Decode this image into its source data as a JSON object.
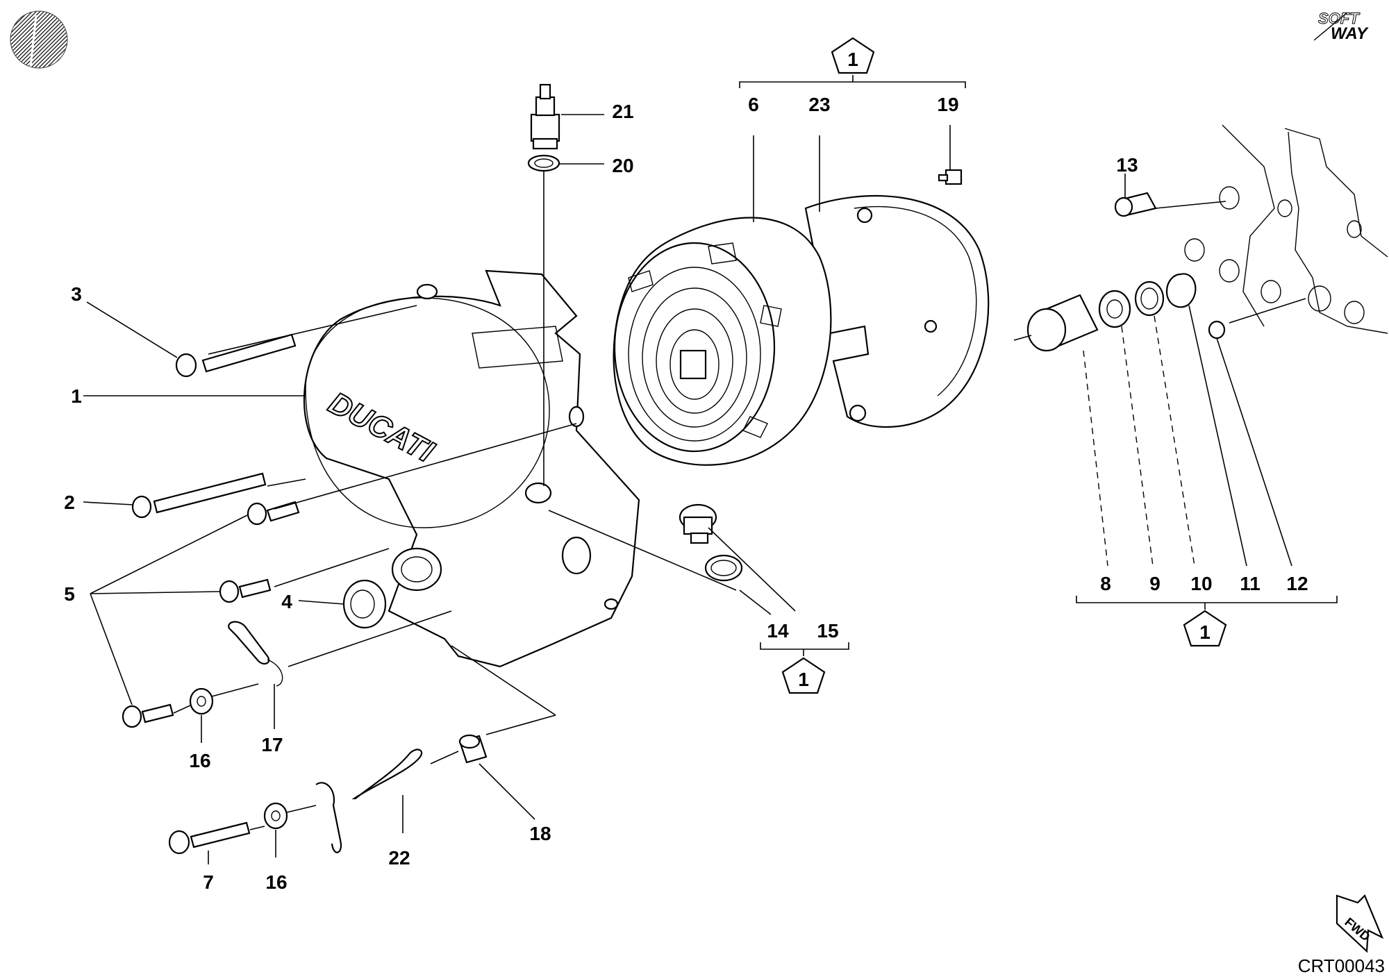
{
  "logos": {
    "brand_top_line": "SOFT",
    "brand_bottom_line": "WAY",
    "cover_lettering": "DUCATI"
  },
  "badges": {
    "kit_number": "1",
    "fwd_arrow_label": "FWD"
  },
  "callouts": {
    "p1": "1",
    "p2": "2",
    "p3": "3",
    "p4": "4",
    "p5": "5",
    "p6": "6",
    "p7": "7",
    "p8": "8",
    "p9": "9",
    "p10": "10",
    "p11": "11",
    "p12": "12",
    "p13": "13",
    "p14": "14",
    "p15": "15",
    "p16a": "16",
    "p16b": "16",
    "p17": "17",
    "p18": "18",
    "p19": "19",
    "p20": "20",
    "p21": "21",
    "p22": "22",
    "p23": "23"
  },
  "drawing_code": "CRT00043",
  "colors": {
    "ink": "#000000",
    "paper": "#ffffff"
  }
}
